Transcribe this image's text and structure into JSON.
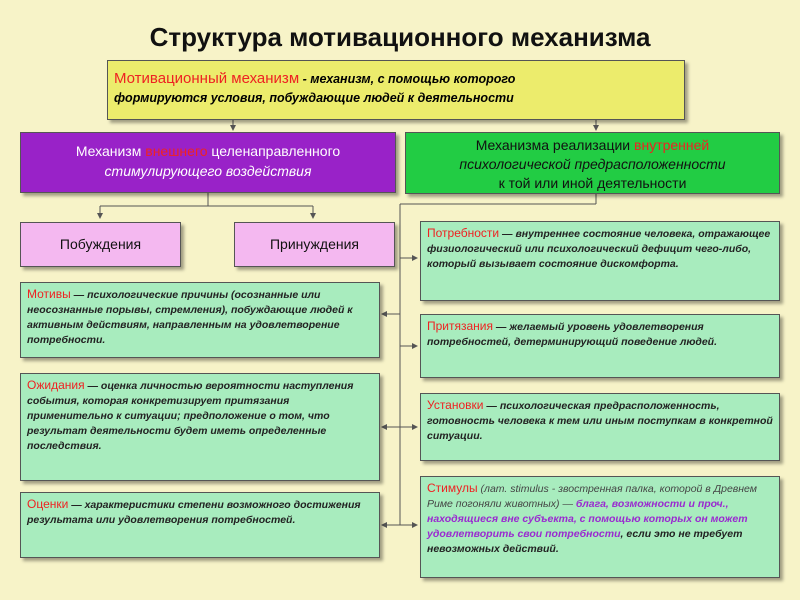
{
  "title": "Структура мотивационного механизма",
  "top_box": {
    "term": "Мотивационный механизм",
    "definition_1": " - механизм, с помощью которого",
    "definition_2": "формируются условия, побуждающие людей к деятельности"
  },
  "left_head": {
    "part1": "Механизм ",
    "highlight": "внешнего",
    "part2": " целенаправленного",
    "line2": "стимулирующего воздействия"
  },
  "right_head": {
    "part1": "Механизма реализации ",
    "highlight": "внутренней",
    "line2": "психологической предрасположенности",
    "line3": "к той или иной деятельности"
  },
  "pink_left": "Побуждения",
  "pink_right": "Принуждения",
  "left_items": [
    {
      "term": "Мотивы",
      "text": " —  психологические причины (осознанные или неосознанные порывы, стремления), побуждающие людей к активным действиям, направленным на удовлетворение потребности."
    },
    {
      "term": "Ожидания",
      "text": " — оценка личностью вероятности наступления события, которая конкретизирует притязания применительно к ситуации; предположение о том, что результат деятельности будет иметь определенные последствия."
    },
    {
      "term": "Оценки",
      "text": " —  характеристики степени возможного достижения результата или удовлетворения потребностей."
    }
  ],
  "right_items": [
    {
      "term": "Потребности",
      "text": " — внутреннее состояние человека, отражающее физиологический или психологический дефицит чего-либо, который вызывает состояние дискомфорта."
    },
    {
      "term": "Притязания",
      "text": " — желаемый уровень удовлетворения потребностей, детерминирующий поведение людей."
    },
    {
      "term": "Установки",
      "text": " — психологическая предрасположенность, готовность человека к тем или иным поступкам в конкретной ситуации."
    }
  ],
  "stimuli": {
    "term": "Стимулы",
    "latin": " (лат. stimulus - звостренная палка, которой в Древнем Риме погоняли животных) — ",
    "purple": "блага, возможности и проч., находящиеся вне субъекта, с помощью которых он может удовлетворить свои потребности",
    "tail": ", если это не требует невозможных действий."
  },
  "colors": {
    "background": "#f7f3c8",
    "yellow": "#ecec6c",
    "purple": "#9922c8",
    "green": "#22cc44",
    "pink": "#f4b8f0",
    "mint": "#a8ecbe",
    "term_red": "#ee2222",
    "stimuli_purple": "#9a2ad0"
  }
}
